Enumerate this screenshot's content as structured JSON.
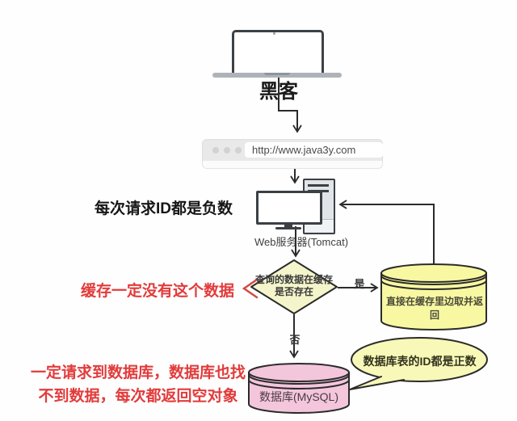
{
  "hacker": {
    "label": "黑客"
  },
  "browser": {
    "url": "http://www.java3y.com"
  },
  "server": {
    "label": "Web服务器(Tomcat)"
  },
  "decision": {
    "line1": "查询的数据在缓存",
    "line2": "是否存在"
  },
  "cache": {
    "label": "直接在缓存里边取并返回"
  },
  "database": {
    "label": "数据库(MySQL)"
  },
  "bubble": {
    "label": "数据库表的ID都是正数"
  },
  "edges": {
    "yes": "是",
    "no": "否"
  },
  "notes": {
    "request": "每次请求ID都是负数",
    "cache": "缓存一定没有这个数据",
    "db_line1": "一定请求到数据库，数据库也找",
    "db_line2": "不到数据，每次都返回空对象"
  },
  "colors": {
    "red_text": "#e23b3b",
    "diamond_fill": "#f5f5cc",
    "cache_fill": "#f8f8a2",
    "bubble_fill": "#f8f8b8",
    "mysql_fill": "#f3c6dc",
    "line": "#2b2b2b",
    "red_arrow": "#d24a43"
  }
}
